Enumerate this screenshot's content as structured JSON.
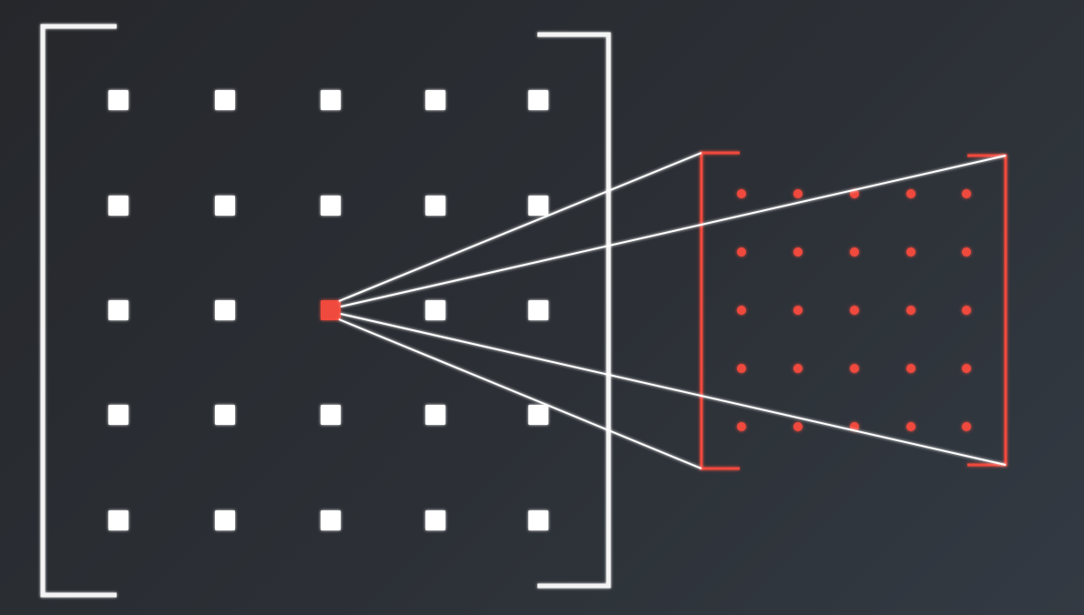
{
  "diagram": {
    "source_matrix": {
      "rows": 5,
      "cols": 5,
      "highlighted_cell": {
        "row": 2,
        "col": 2
      },
      "color": "#ffffff",
      "highlight_color": "#f0493e"
    },
    "target_matrix": {
      "rows": 5,
      "cols": 5,
      "color": "#f0493e"
    },
    "projection_lines": {
      "color": "#ffffff",
      "count": 4
    }
  }
}
